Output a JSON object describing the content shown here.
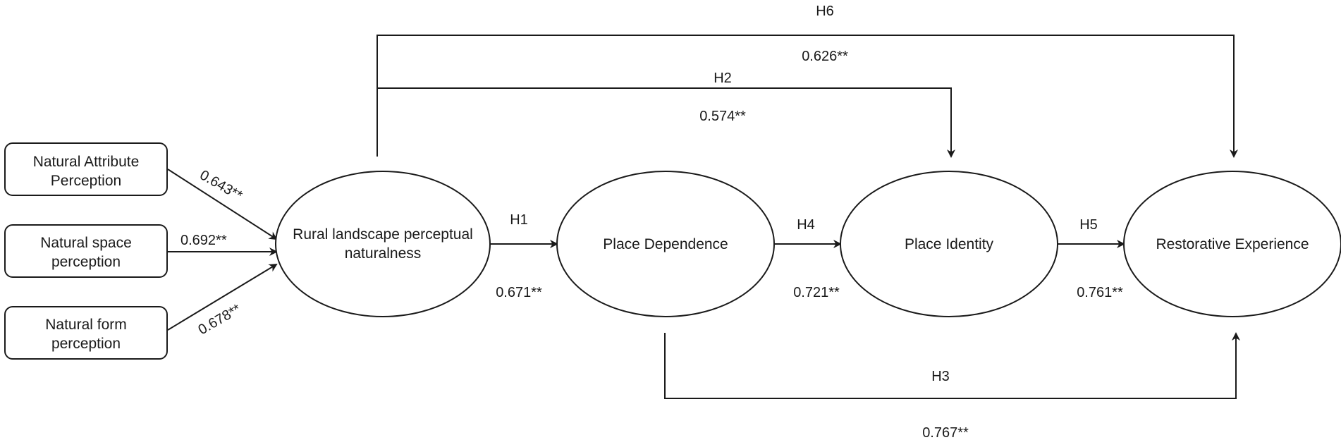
{
  "indicators": [
    {
      "id": "nap",
      "lines": [
        "Natural Attribute",
        "Perception"
      ]
    },
    {
      "id": "nsp",
      "lines": [
        "Natural space",
        "perception"
      ]
    },
    {
      "id": "nfp",
      "lines": [
        "Natural form",
        "perception"
      ]
    }
  ],
  "constructs": [
    {
      "id": "rlpn",
      "lines": [
        "Rural landscape perceptual",
        "naturalness"
      ]
    },
    {
      "id": "pd",
      "lines": [
        "Place Dependence"
      ]
    },
    {
      "id": "pi",
      "lines": [
        "Place Identity"
      ]
    },
    {
      "id": "re",
      "lines": [
        "Restorative Experience"
      ]
    }
  ],
  "loadings": [
    {
      "from": "nap",
      "value": "0.643**"
    },
    {
      "from": "nsp",
      "value": "0.692**"
    },
    {
      "from": "nfp",
      "value": "0.678**"
    }
  ],
  "paths": [
    {
      "hypothesis": "H1",
      "from": "rlpn",
      "to": "pd",
      "coefficient": "0.671**"
    },
    {
      "hypothesis": "H2",
      "from": "rlpn",
      "to": "pi",
      "coefficient": "0.574**"
    },
    {
      "hypothesis": "H3",
      "from": "pd",
      "to": "re",
      "coefficient": "0.767**"
    },
    {
      "hypothesis": "H4",
      "from": "pd",
      "to": "pi",
      "coefficient": "0.721**"
    },
    {
      "hypothesis": "H5",
      "from": "pi",
      "to": "re",
      "coefficient": "0.761**"
    },
    {
      "hypothesis": "H6",
      "from": "rlpn",
      "to": "re",
      "coefficient": "0.626**"
    }
  ],
  "colors": {
    "stroke": "#1a1a1a",
    "text": "#1a1a1a",
    "background": "#ffffff"
  }
}
